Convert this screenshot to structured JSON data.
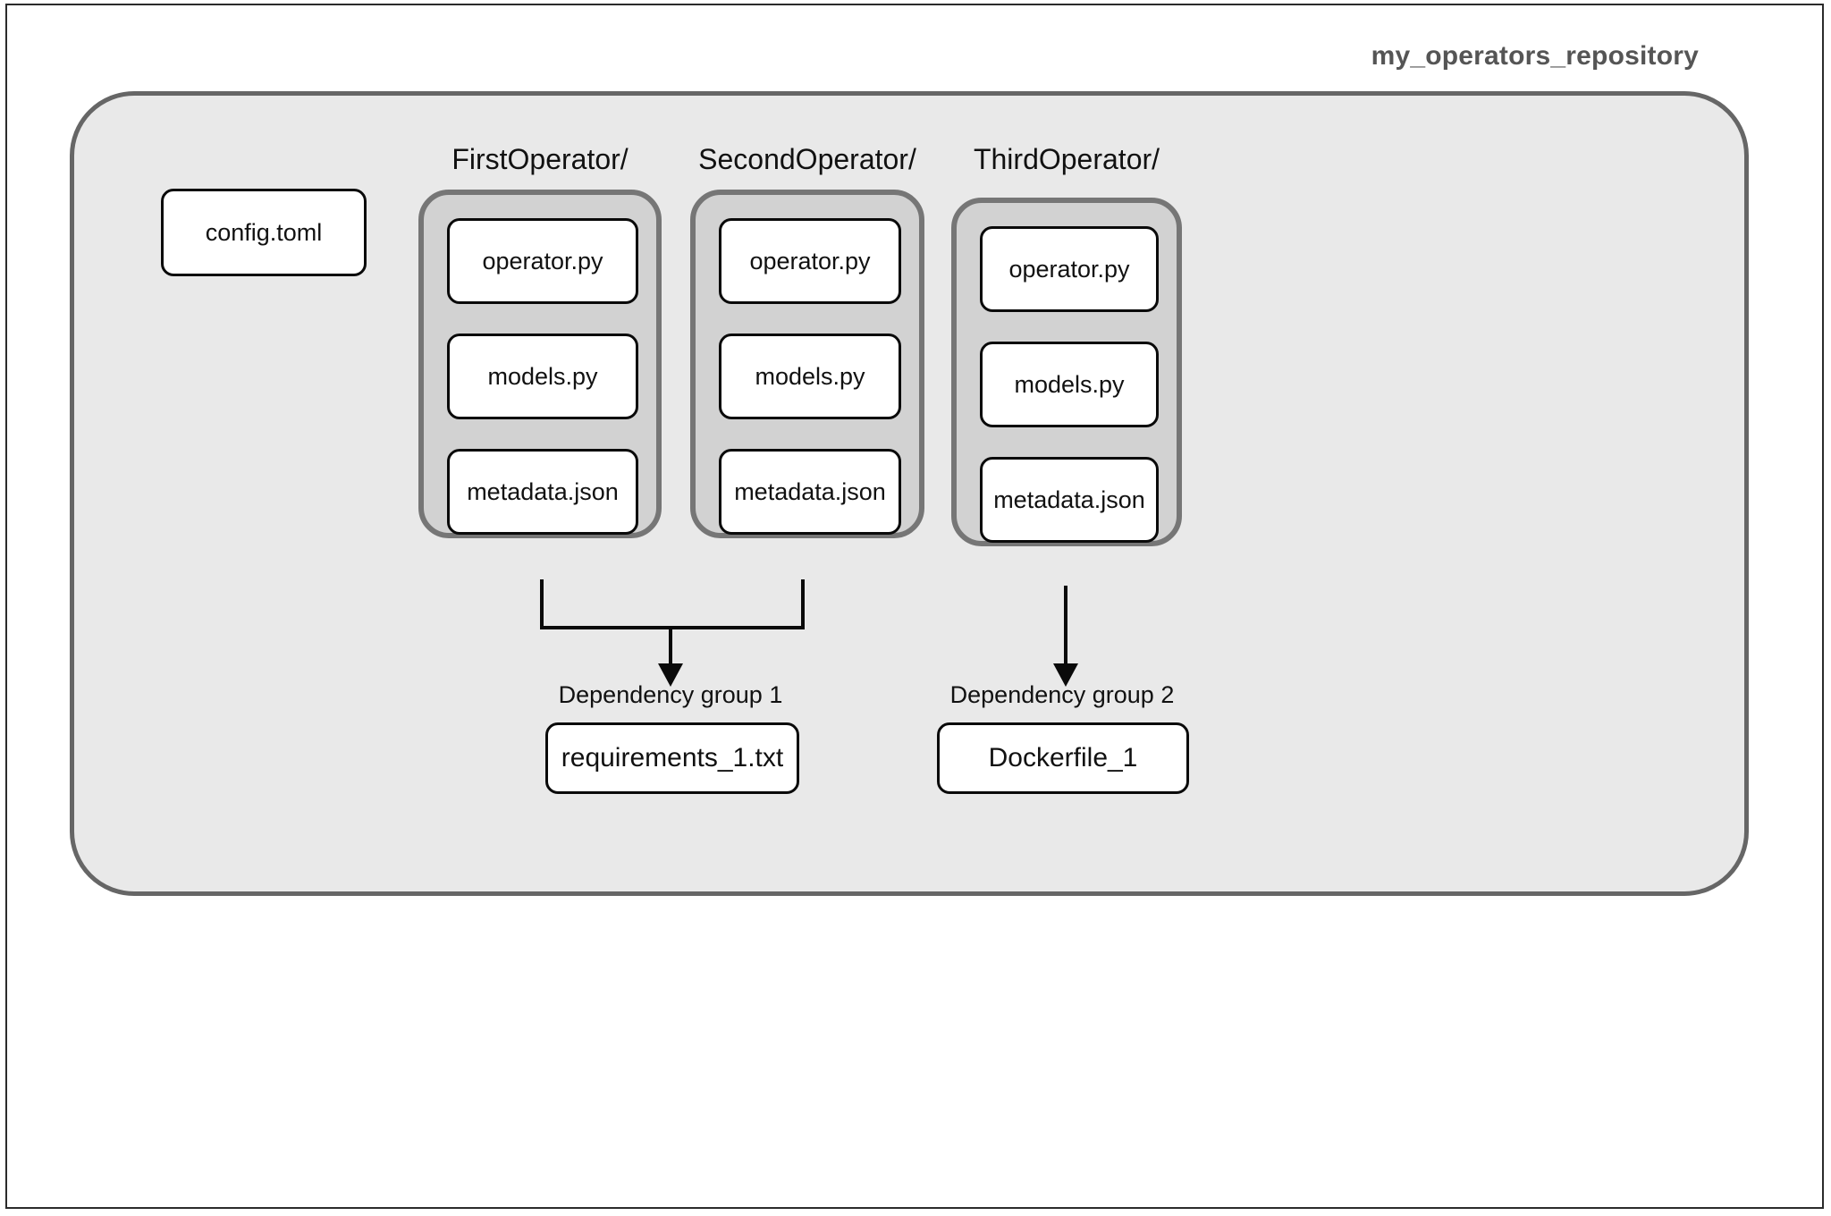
{
  "repository": {
    "title": "my_operators_repository",
    "border_color": "#666666",
    "fill_color": "#e9e9e9",
    "title_color": "#555555"
  },
  "root_files": [
    {
      "label": "config.toml"
    }
  ],
  "operator_groups": [
    {
      "label": "FirstOperator/",
      "fill_color": "#d2d2d2",
      "border_color": "#767676",
      "files": [
        {
          "label": "operator.py"
        },
        {
          "label": "models.py"
        },
        {
          "label": "metadata.json"
        }
      ]
    },
    {
      "label": "SecondOperator/",
      "fill_color": "#d2d2d2",
      "border_color": "#767676",
      "files": [
        {
          "label": "operator.py"
        },
        {
          "label": "models.py"
        },
        {
          "label": "metadata.json"
        }
      ]
    },
    {
      "label": "ThirdOperator/",
      "fill_color": "#d2d2d2",
      "border_color": "#767676",
      "files": [
        {
          "label": "operator.py"
        },
        {
          "label": "models.py"
        },
        {
          "label": "metadata.json"
        }
      ]
    }
  ],
  "dependency_groups": [
    {
      "label": "Dependency group 1",
      "file": "requirements_1.txt"
    },
    {
      "label": "Dependency group 2",
      "file": "Dockerfile_1"
    }
  ]
}
